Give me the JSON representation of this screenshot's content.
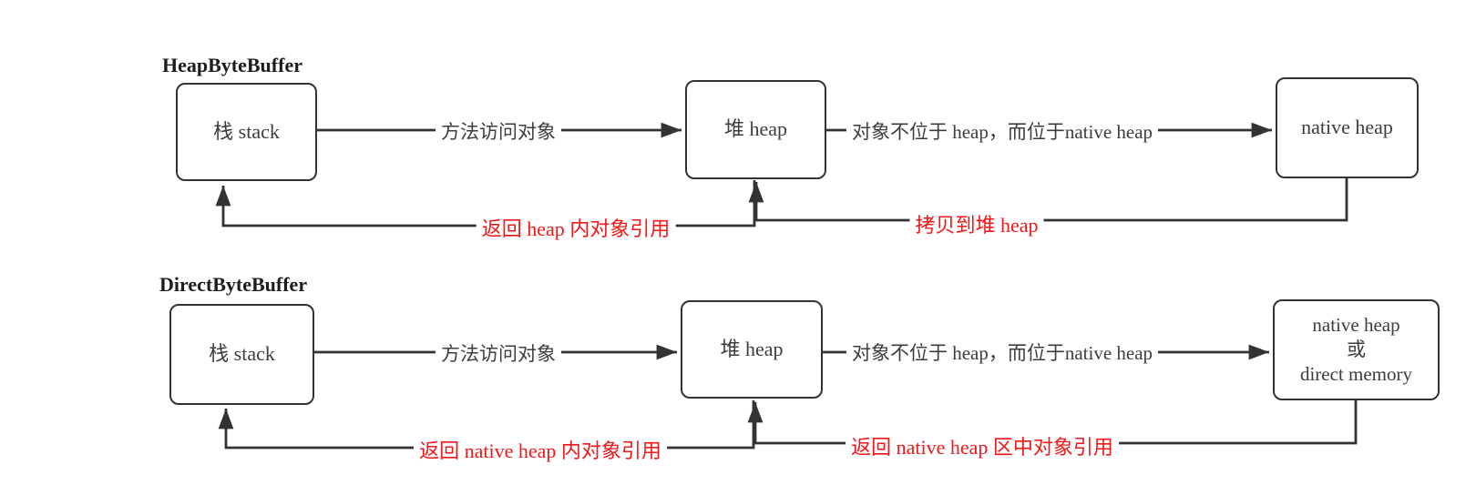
{
  "colors": {
    "line": "#333333",
    "box_border": "#333333",
    "red_label": "#f51717",
    "background": "#ffffff"
  },
  "diagrams": [
    {
      "title": "HeapByteBuffer",
      "boxes": {
        "stack": "栈 stack",
        "heap": "堆 heap",
        "native": "native heap"
      },
      "edges": {
        "forward1": "方法访问对象",
        "forward2": "对象不位于 heap，而位于native heap",
        "return1": "返回 heap 内对象引用",
        "return2": "拷贝到堆 heap"
      }
    },
    {
      "title": "DirectByteBuffer",
      "boxes": {
        "stack": "栈 stack",
        "heap": "堆 heap",
        "native_line1": "native heap",
        "native_line2": "或",
        "native_line3": "direct memory"
      },
      "edges": {
        "forward1": "方法访问对象",
        "forward2": "对象不位于 heap，而位于native heap",
        "return1": "返回 native heap 内对象引用",
        "return2": "返回 native heap 区中对象引用"
      }
    }
  ]
}
